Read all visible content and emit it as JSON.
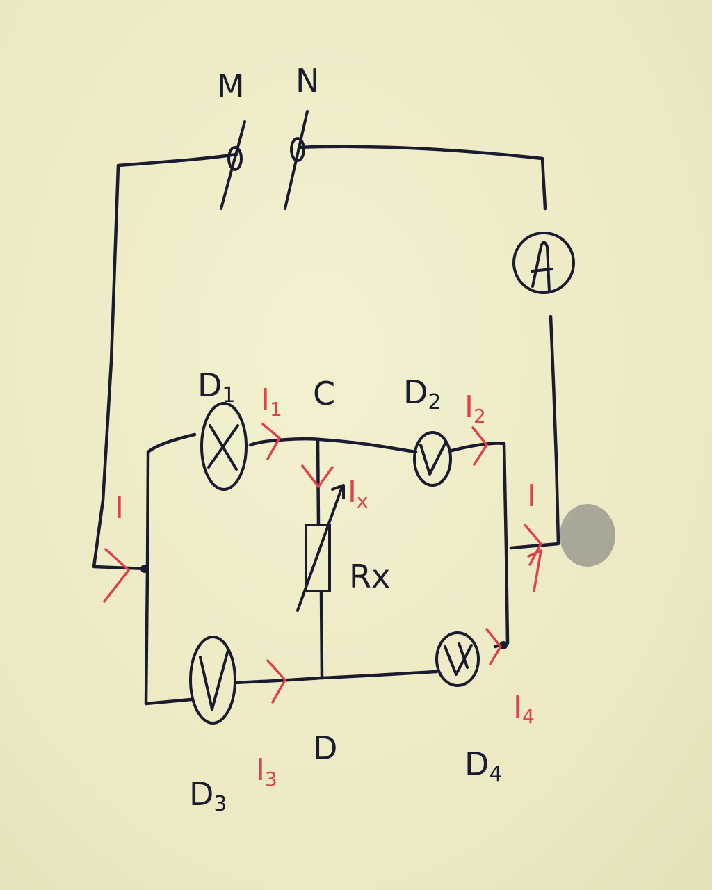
{
  "terminals": {
    "m": "M",
    "n": "N"
  },
  "ammeter": {
    "symbol": "A"
  },
  "nodes": {
    "c": "C",
    "d": "D"
  },
  "diodes": [
    {
      "main": "D",
      "sub": "1"
    },
    {
      "main": "D",
      "sub": "2"
    },
    {
      "main": "D",
      "sub": "3"
    },
    {
      "main": "D",
      "sub": "4"
    }
  ],
  "resistor": {
    "main": "R",
    "sub": "x"
  },
  "currents": {
    "i_left": {
      "main": "I",
      "sub": ""
    },
    "i_right": {
      "main": "I",
      "sub": ""
    },
    "i1": {
      "main": "I",
      "sub": "1"
    },
    "i2": {
      "main": "I",
      "sub": "2"
    },
    "i3": {
      "main": "I",
      "sub": "3"
    },
    "i4": {
      "main": "I",
      "sub": "4"
    },
    "ix": {
      "main": "I",
      "sub": "x"
    }
  },
  "colors": {
    "ink": "#1b1b30",
    "annotation": "#e0404a",
    "paper": "#efedc7"
  }
}
